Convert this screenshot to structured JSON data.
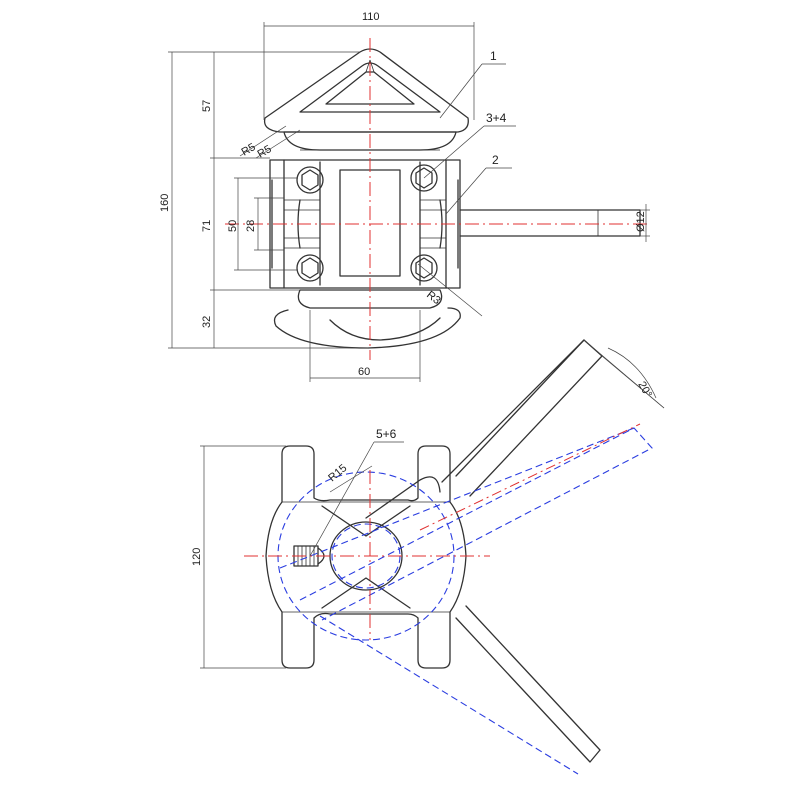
{
  "colors": {
    "outline": "#333333",
    "centerline": "#e03030",
    "alt_position": "#2a3de0",
    "background": "#ffffff"
  },
  "top_view": {
    "dimensions": {
      "width_top": "110",
      "height_cone": "57",
      "height_total": "160",
      "height_body": "71",
      "height_inner": "50",
      "height_slot": "28",
      "height_bottom": "32",
      "width_bottom": "60",
      "radius_a": "R5",
      "radius_b": "R5",
      "radius_c": "R3",
      "handle_diameter": "Ø12"
    },
    "callouts": {
      "part_1": "1",
      "part_2": "2",
      "part_3_4": "3+4"
    }
  },
  "side_view": {
    "dimensions": {
      "height": "120",
      "radius": "R15",
      "angle": "20°"
    },
    "callouts": {
      "part_5_6": "5+6"
    }
  }
}
